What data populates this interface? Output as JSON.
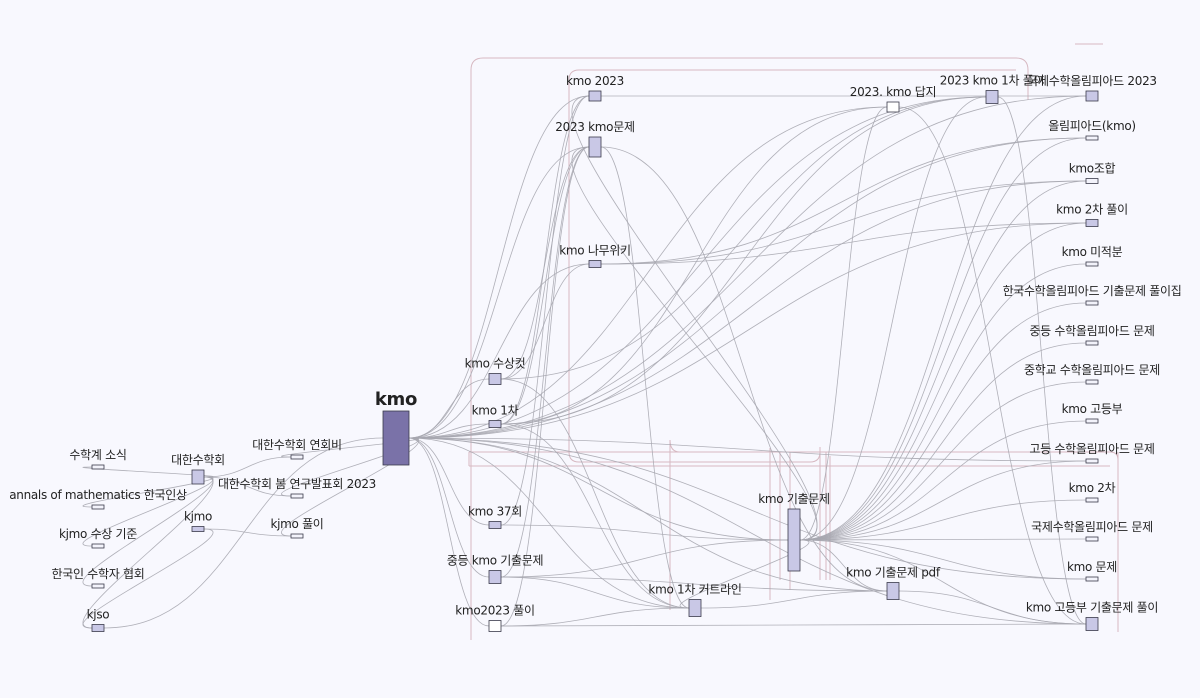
{
  "colors": {
    "background": "#f8f8fe",
    "main_node": "#7a72a8",
    "node_fill": "#c9c8e6",
    "node_fill_light": "#f3f3fb",
    "node_fill_white": "#ffffff",
    "link": "#a7a7b0",
    "bracket": "#d7b9c2"
  },
  "nodes": [
    {
      "id": "kmo",
      "label": "kmo",
      "type": "main"
    },
    {
      "id": "kmo2023",
      "label": "kmo 2023",
      "type": "mid"
    },
    {
      "id": "kmo2023problem",
      "label": "2023 kmo문제",
      "type": "mid"
    },
    {
      "id": "namuwiki",
      "label": "kmo 나무위키",
      "type": "mid"
    },
    {
      "id": "award",
      "label": "kmo 수상컷",
      "type": "mid"
    },
    {
      "id": "first",
      "label": "kmo 1차",
      "type": "mid"
    },
    {
      "id": "k37",
      "label": "kmo 37회",
      "type": "mid"
    },
    {
      "id": "mid_past",
      "label": "중등 kmo 기출문제",
      "type": "mid"
    },
    {
      "id": "sol2023",
      "label": "kmo2023 풀이",
      "type": "white"
    },
    {
      "id": "cutline",
      "label": "kmo 1차 커트라인",
      "type": "mid"
    },
    {
      "id": "past",
      "label": "kmo 기출문제",
      "type": "mid"
    },
    {
      "id": "pastpdf",
      "label": "kmo 기출문제 pdf",
      "type": "mid"
    },
    {
      "id": "ans2023",
      "label": "2023. kmo 답지",
      "type": "white"
    },
    {
      "id": "sol1_2023",
      "label": "2023 kmo 1차 풀이",
      "type": "mid"
    },
    {
      "id": "r_intl2023",
      "label": "국제수학올림피아드 2023",
      "type": "mid"
    },
    {
      "id": "r_olymp",
      "label": "올림피아드(kmo)",
      "type": "light"
    },
    {
      "id": "r_comb",
      "label": "kmo조합",
      "type": "light"
    },
    {
      "id": "r_sol2",
      "label": "kmo 2차 풀이",
      "type": "mid"
    },
    {
      "id": "r_calc",
      "label": "kmo 미적분",
      "type": "light"
    },
    {
      "id": "r_kmocol",
      "label": "한국수학올림피아드 기출문제 풀이집",
      "type": "light"
    },
    {
      "id": "r_msprob",
      "label": "중등 수학올림피아드 문제",
      "type": "light"
    },
    {
      "id": "r_msprob2",
      "label": "중학교 수학올림피아드 문제",
      "type": "light"
    },
    {
      "id": "r_high",
      "label": "kmo 고등부",
      "type": "light"
    },
    {
      "id": "r_hsprob",
      "label": "고등 수학올림피아드 문제",
      "type": "light"
    },
    {
      "id": "r_2nd",
      "label": "kmo 2차",
      "type": "light"
    },
    {
      "id": "r_intlprob",
      "label": "국제수학올림피아드 문제",
      "type": "light"
    },
    {
      "id": "r_prob",
      "label": "kmo 문제",
      "type": "light"
    },
    {
      "id": "r_highpast",
      "label": "kmo 고등부 기출문제 풀이",
      "type": "mid"
    },
    {
      "id": "kms",
      "label": "대한수학회",
      "type": "mid"
    },
    {
      "id": "kms_fee",
      "label": "대한수학회 연회비",
      "type": "light"
    },
    {
      "id": "kms_spring",
      "label": "대한수학회 봄 연구발표회 2023",
      "type": "light"
    },
    {
      "id": "kjmo_sol",
      "label": "kjmo 풀이",
      "type": "light"
    },
    {
      "id": "kjmo",
      "label": "kjmo",
      "type": "mid"
    },
    {
      "id": "l_news",
      "label": "수학계 소식",
      "type": "light"
    },
    {
      "id": "l_annals",
      "label": "annals of mathematics 한국인상",
      "type": "light"
    },
    {
      "id": "l_kjmo_award",
      "label": "kjmo 수상 기준",
      "type": "light"
    },
    {
      "id": "l_assoc",
      "label": "한국인 수학자 협회",
      "type": "light"
    },
    {
      "id": "kjso",
      "label": "kjso",
      "type": "mid"
    }
  ],
  "links": [
    [
      "kmo",
      "kmo2023"
    ],
    [
      "kmo",
      "kmo2023problem"
    ],
    [
      "kmo",
      "namuwiki"
    ],
    [
      "kmo",
      "award"
    ],
    [
      "kmo",
      "first"
    ],
    [
      "kmo",
      "k37"
    ],
    [
      "kmo",
      "mid_past"
    ],
    [
      "kmo",
      "sol2023"
    ],
    [
      "kmo",
      "cutline"
    ],
    [
      "kmo",
      "past"
    ],
    [
      "kmo",
      "pastpdf"
    ],
    [
      "kmo",
      "ans2023"
    ],
    [
      "kmo",
      "sol1_2023"
    ],
    [
      "kmo",
      "r_intl2023"
    ],
    [
      "kmo",
      "r_olymp"
    ],
    [
      "kmo",
      "r_comb"
    ],
    [
      "kmo",
      "r_sol2"
    ],
    [
      "kmo",
      "r_highpast"
    ],
    [
      "kmo",
      "r_prob"
    ],
    [
      "kmo",
      "r_hsprob"
    ],
    [
      "kmo",
      "kms_fee"
    ],
    [
      "kmo",
      "kms_spring"
    ],
    [
      "kmo",
      "kjmo_sol"
    ],
    [
      "kms",
      "kms_fee"
    ],
    [
      "kms",
      "kms_spring"
    ],
    [
      "kms",
      "l_news"
    ],
    [
      "kms",
      "l_annals"
    ],
    [
      "kms",
      "l_kjmo_award"
    ],
    [
      "kms",
      "l_assoc"
    ],
    [
      "kms",
      "kjso"
    ],
    [
      "kjmo",
      "kjmo_sol"
    ],
    [
      "kjmo",
      "kjso"
    ],
    [
      "kjso",
      "kmo"
    ],
    [
      "past",
      "r_calc"
    ],
    [
      "past",
      "r_kmocol"
    ],
    [
      "past",
      "r_msprob"
    ],
    [
      "past",
      "r_msprob2"
    ],
    [
      "past",
      "r_high"
    ],
    [
      "past",
      "r_hsprob"
    ],
    [
      "past",
      "r_2nd"
    ],
    [
      "past",
      "r_intlprob"
    ],
    [
      "past",
      "r_prob"
    ],
    [
      "past",
      "r_highpast"
    ],
    [
      "past",
      "r_comb"
    ],
    [
      "past",
      "r_sol2"
    ],
    [
      "past",
      "r_olymp"
    ],
    [
      "past",
      "r_intl2023"
    ],
    [
      "past",
      "sol1_2023"
    ],
    [
      "past",
      "ans2023"
    ],
    [
      "past",
      "kmo2023problem"
    ],
    [
      "past",
      "kmo2023"
    ],
    [
      "past",
      "pastpdf"
    ],
    [
      "past",
      "cutline"
    ],
    [
      "award",
      "kmo2023problem"
    ],
    [
      "award",
      "sol1_2023"
    ],
    [
      "award",
      "cutline"
    ],
    [
      "award",
      "namuwiki"
    ],
    [
      "first",
      "kmo2023"
    ],
    [
      "first",
      "kmo2023problem"
    ],
    [
      "first",
      "cutline"
    ],
    [
      "first",
      "ans2023"
    ],
    [
      "first",
      "sol1_2023"
    ],
    [
      "mid_past",
      "past"
    ],
    [
      "mid_past",
      "pastpdf"
    ],
    [
      "mid_past",
      "kmo2023problem"
    ],
    [
      "mid_past",
      "cutline"
    ],
    [
      "k37",
      "past"
    ],
    [
      "k37",
      "kmo2023"
    ],
    [
      "sol2023",
      "r_highpast"
    ],
    [
      "sol2023",
      "kmo2023problem"
    ],
    [
      "sol2023",
      "cutline"
    ],
    [
      "kmo2023",
      "r_intl2023"
    ],
    [
      "kmo2023problem",
      "pastpdf"
    ],
    [
      "kmo2023problem",
      "cutline"
    ],
    [
      "namuwiki",
      "r_olymp"
    ],
    [
      "namuwiki",
      "r_comb"
    ],
    [
      "namuwiki",
      "r_sol2"
    ],
    [
      "cutline",
      "pastpdf"
    ],
    [
      "ans2023",
      "r_highpast"
    ],
    [
      "sol1_2023",
      "r_highpast"
    ],
    [
      "pastpdf",
      "r_highpast"
    ]
  ]
}
